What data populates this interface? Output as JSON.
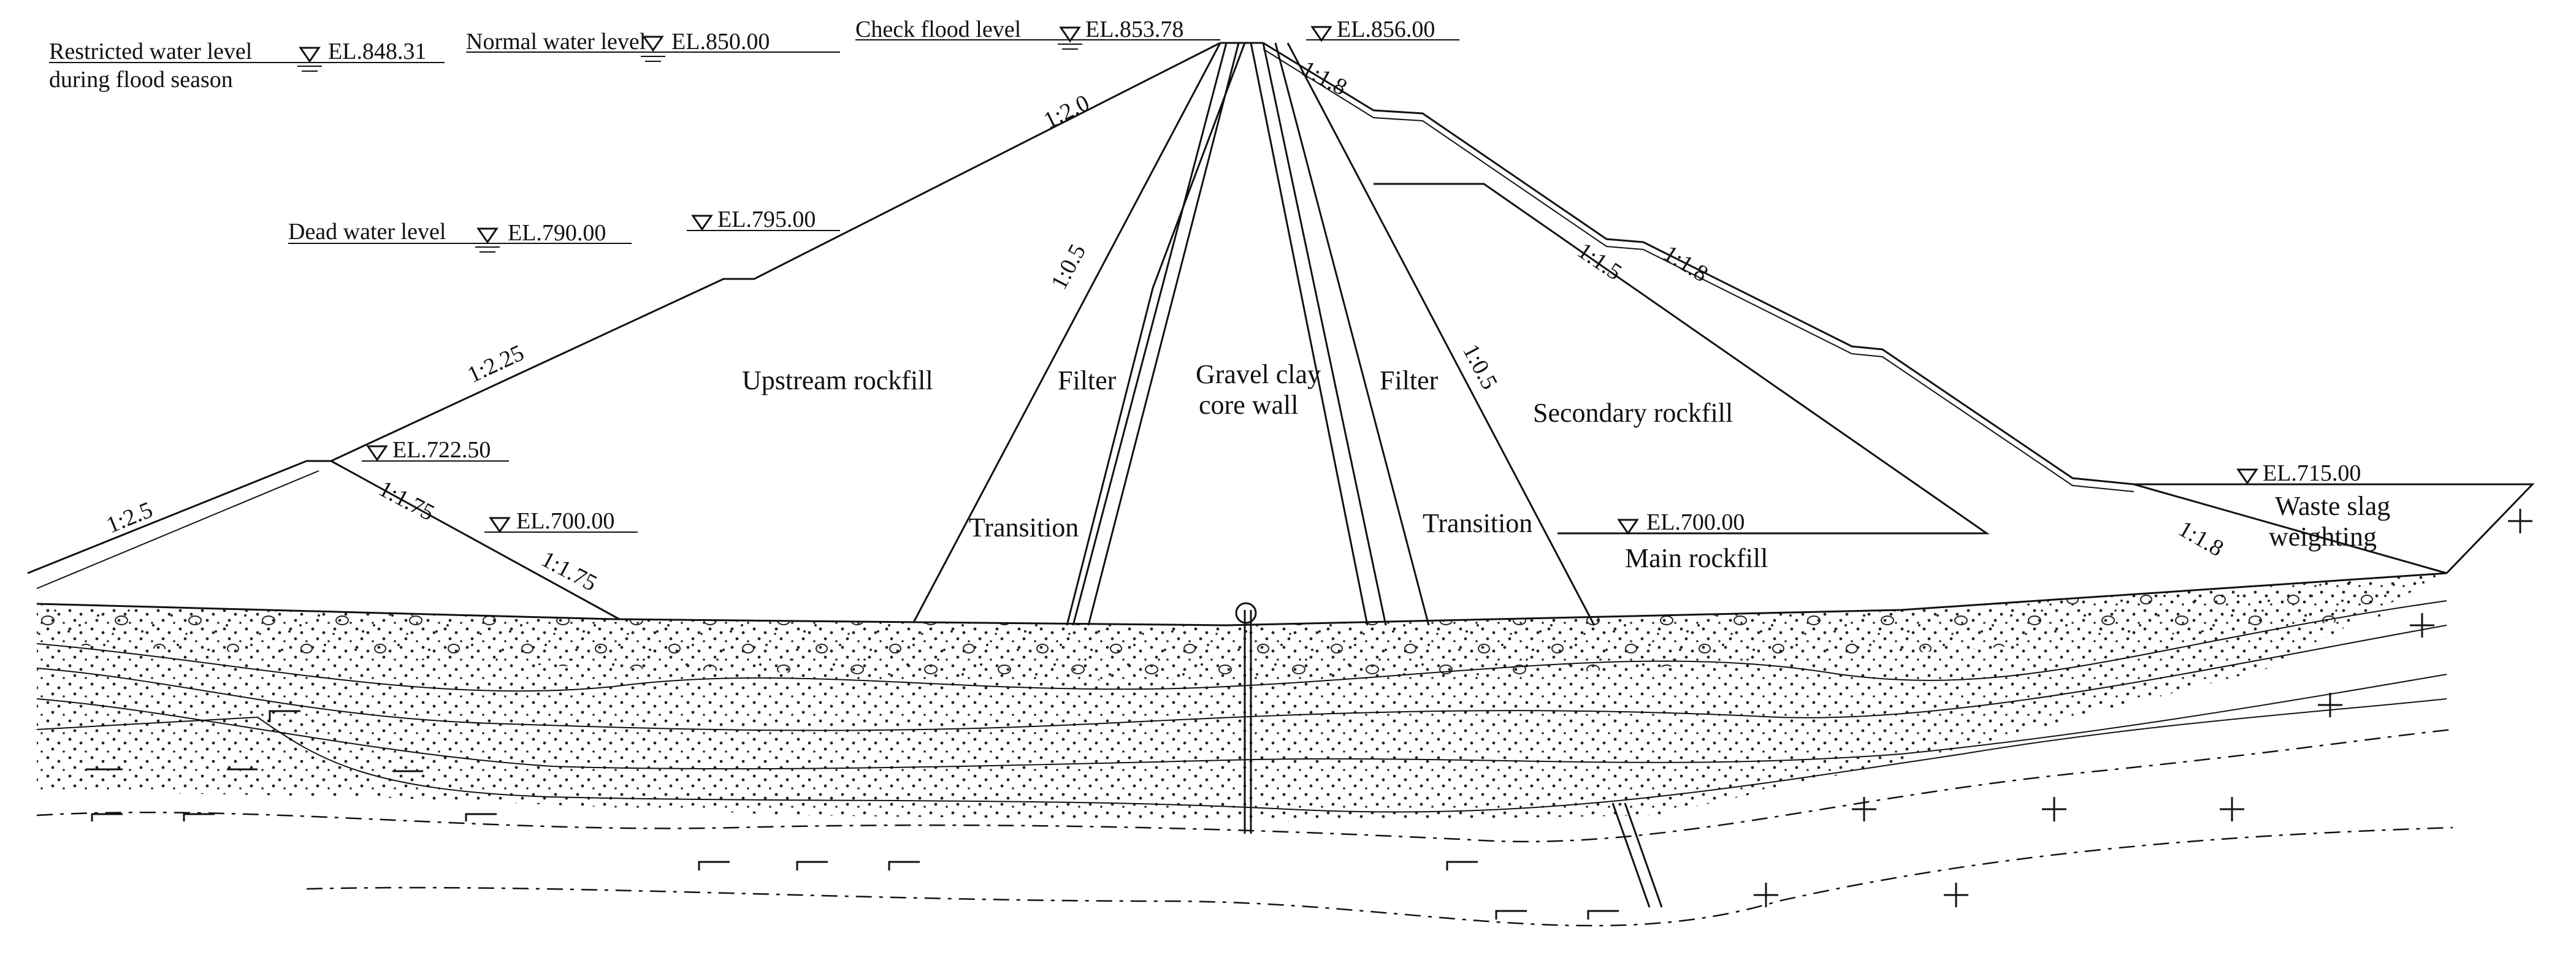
{
  "water_levels": {
    "restricted": {
      "line1": "Restricted water level",
      "line2": "during flood season",
      "elev": "EL.848.31"
    },
    "normal": {
      "label": "Normal water level",
      "elev": "EL.850.00"
    },
    "check_flood": {
      "label": "Check flood level",
      "elev": "EL.853.78"
    },
    "dead": {
      "label": "Dead water level",
      "elev": "EL.790.00"
    }
  },
  "elevations": {
    "crest": "EL.856.00",
    "upstream_berm": "EL.795.00",
    "upstream_toe_berm": "EL.722.50",
    "upstream_toe": "EL.700.00",
    "main_rockfill": "EL.700.00",
    "waste_slag": "EL.715.00"
  },
  "zones": {
    "upstream_rockfill": "Upstream rockfill",
    "filter_up": "Filter",
    "core_line1": "Gravel clay",
    "core_line2": "core wall",
    "filter_down": "Filter",
    "secondary_rockfill": "Secondary rockfill",
    "transition_up": "Transition",
    "transition_down": "Transition",
    "main_rockfill": "Main rockfill",
    "waste_line1": "Waste slag",
    "waste_line2": "weighting"
  },
  "slopes": {
    "us_top": "1:2.0",
    "us_mid": "1:2.25",
    "us_bottom": "1:2.5",
    "toe_1": "1:1.75",
    "toe_2": "1:1.75",
    "core_up": "1:0.5",
    "core_down": "1:0.5",
    "ds_crest": "1:1.8",
    "ds_outer": "1:1.8",
    "ds_inner": "1:1.5",
    "slag": "1:1.8"
  }
}
